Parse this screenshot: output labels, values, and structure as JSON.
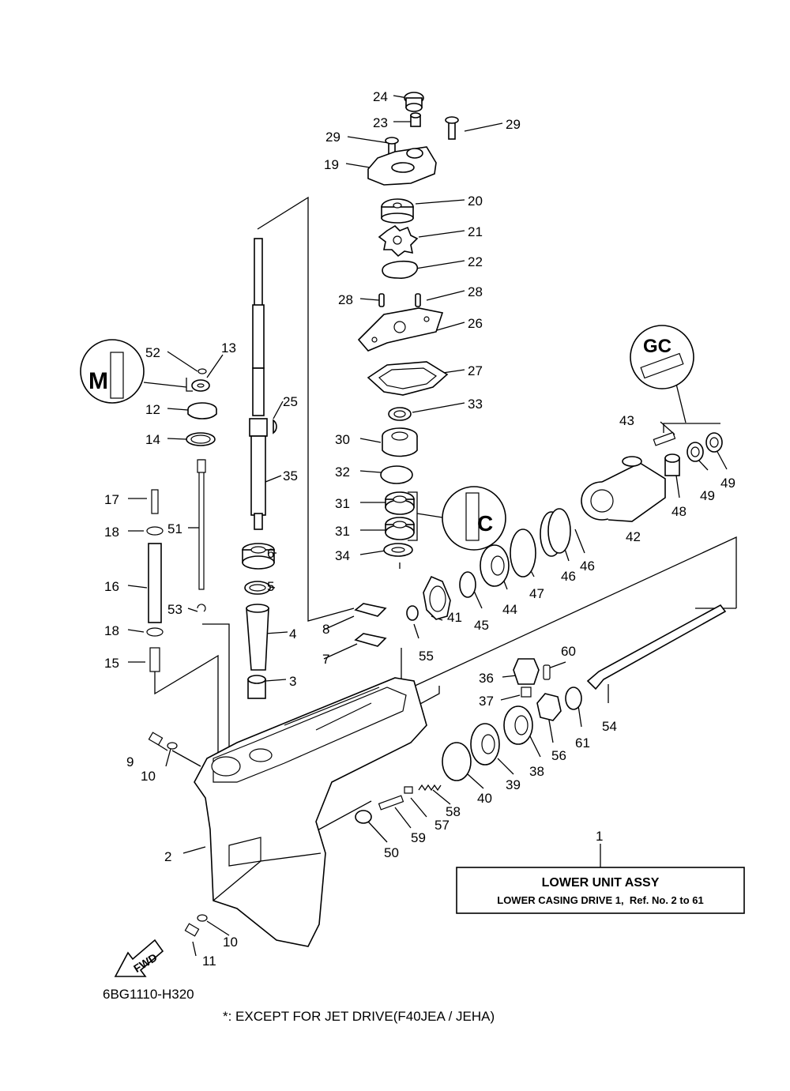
{
  "drawing_code": "6BG1110-H320",
  "footnote": "*: EXCEPT FOR JET DRIVE(F40JEA / JEHA)",
  "assembly_box": {
    "callout": "1",
    "title": "LOWER UNIT ASSY",
    "subtitle": "LOWER CASING DRIVE 1,  Ref. No. 2 to 61"
  },
  "fwd_label": "FWD",
  "symbol_marks": {
    "m_mark": "M",
    "gc_mark": "GC",
    "c_mark": "C"
  },
  "callouts": {
    "p2": "2",
    "p3": "3",
    "p4": "4",
    "p5": "5",
    "p6": "6",
    "p7": "7",
    "p8": "8",
    "p9": "9",
    "p10a": "10",
    "p10b": "10",
    "p11": "11",
    "p12": "12",
    "p13": "13",
    "p14": "14",
    "p15": "15",
    "p16": "16",
    "p17": "17",
    "p18a": "18",
    "p18b": "18",
    "p19": "19",
    "p20": "20",
    "p21": "21",
    "p22": "22",
    "p23": "23",
    "p24": "24",
    "p25": "25",
    "p26": "26",
    "p27": "27",
    "p28a": "28",
    "p28b": "28",
    "p29a": "29",
    "p29b": "29",
    "p30": "30",
    "p31a": "31",
    "p31b": "31",
    "p32": "32",
    "p33": "33",
    "p34": "34",
    "p35": "35",
    "p36": "36",
    "p37": "37",
    "p38": "38",
    "p39": "39",
    "p40": "40",
    "p41": "41",
    "p42": "42",
    "p43": "43",
    "p44": "44",
    "p45": "45",
    "p46a": "46",
    "p46b": "46",
    "p47": "47",
    "p48": "48",
    "p49a": "49",
    "p49b": "49",
    "p50": "50",
    "p51": "51",
    "p52": "52",
    "p53": "53",
    "p54": "54",
    "p55": "55",
    "p56": "56",
    "p57": "57",
    "p58": "58",
    "p59": "59",
    "p60": "60",
    "p61": "61"
  }
}
